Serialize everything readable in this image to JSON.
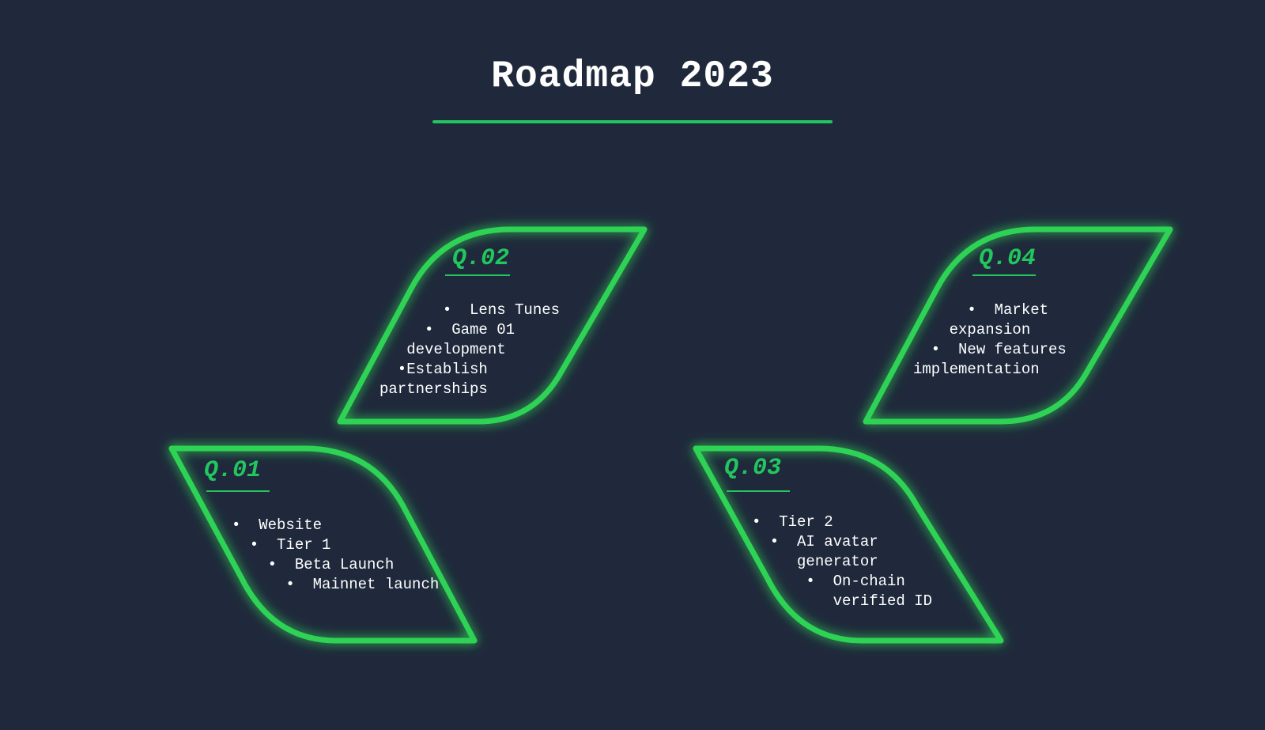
{
  "title": "Roadmap 2023",
  "colors": {
    "background": "#1f293b",
    "accent": "#22c55e",
    "glow": "#4ade80",
    "text": "#ffffff"
  },
  "quarters": [
    {
      "label": "Q.01",
      "items": [
        "•  Website",
        "  •  Tier 1",
        "    •  Beta Launch",
        "      •  Mainnet launch"
      ]
    },
    {
      "label": "Q.02",
      "items": [
        "       •  Lens Tunes",
        "     •  Game 01",
        "   development",
        "  •Establish",
        "partnerships"
      ]
    },
    {
      "label": "Q.03",
      "items": [
        "•  Tier 2",
        "  •  AI avatar",
        "     generator",
        "      •  On-chain",
        "         verified ID"
      ]
    },
    {
      "label": "Q.04",
      "items": [
        "      •  Market",
        "    expansion",
        "  •  New features",
        "implementation"
      ]
    }
  ]
}
